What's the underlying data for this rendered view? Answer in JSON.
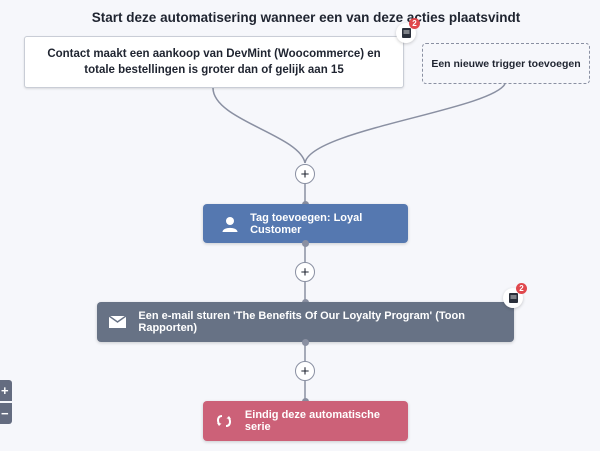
{
  "header": {
    "title": "Start deze automatisering wanneer een van deze acties plaatsvindt"
  },
  "triggers": [
    {
      "label": "Contact maakt een aankoop van DevMint (Woocommerce) en totale bestellingen is groter dan of gelijk aan 15",
      "notes_count": "2",
      "icon": "note-icon"
    }
  ],
  "add_trigger": {
    "label": "Een nieuwe trigger toevoegen"
  },
  "add_step_buttons": [
    {
      "label": "+"
    },
    {
      "label": "+"
    },
    {
      "label": "+"
    }
  ],
  "actions": [
    {
      "type": "add-tag",
      "label": "Tag toevoegen: Loyal Customer",
      "icon": "user-icon",
      "color": "#5578b0"
    },
    {
      "type": "send-email",
      "label": "Een e-mail sturen 'The Benefits Of Our Loyalty Program' (Toon Rapporten)",
      "icon": "envelope-icon",
      "color": "#677285",
      "notes_count": "2"
    },
    {
      "type": "end-automation",
      "label": "Eindig deze automatische serie",
      "icon": "loop-arrows-icon",
      "color": "#cc6178"
    }
  ],
  "zoom_controls": {
    "zoom_in": "+",
    "zoom_out": "−"
  },
  "colors": {
    "background": "#f6f7fb",
    "connector": "#8a90a2",
    "badge": "#e0484d"
  }
}
